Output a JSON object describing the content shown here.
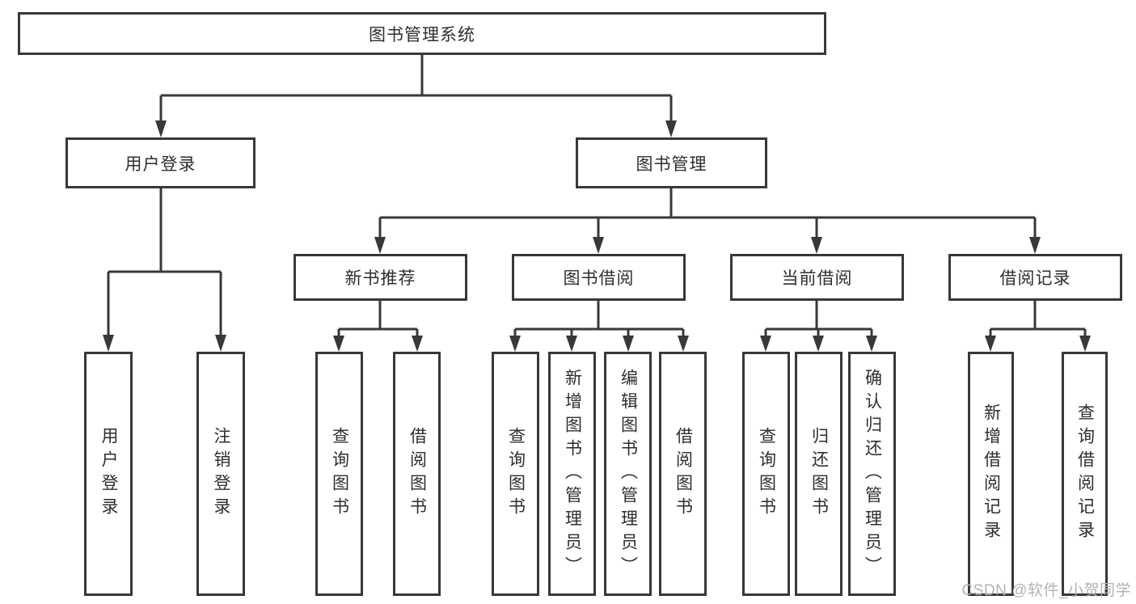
{
  "diagram": {
    "root": "图书管理系统",
    "level2": {
      "login": "用户登录",
      "management": "图书管理"
    },
    "level3": {
      "new_books": "新书推荐",
      "borrow": "图书借阅",
      "current": "当前借阅",
      "records": "借阅记录"
    },
    "leaves": {
      "login": [
        "用户登录",
        "注销登录"
      ],
      "new_books": [
        "查询图书",
        "借阅图书"
      ],
      "borrow": [
        "查询图书",
        "新增图书（管理员）",
        "编辑图书（管理员）",
        "借阅图书"
      ],
      "current": [
        "查询图书",
        "归还图书",
        "确认归还（管理员）"
      ],
      "records": [
        "新增借阅记录",
        "查询借阅记录"
      ]
    },
    "watermark": "CSDN @软件_小贺同学",
    "colors": {
      "line": "#383838",
      "text": "#2e2e2e",
      "watermark": "#b3b3b3",
      "background": "#ffffff"
    }
  }
}
